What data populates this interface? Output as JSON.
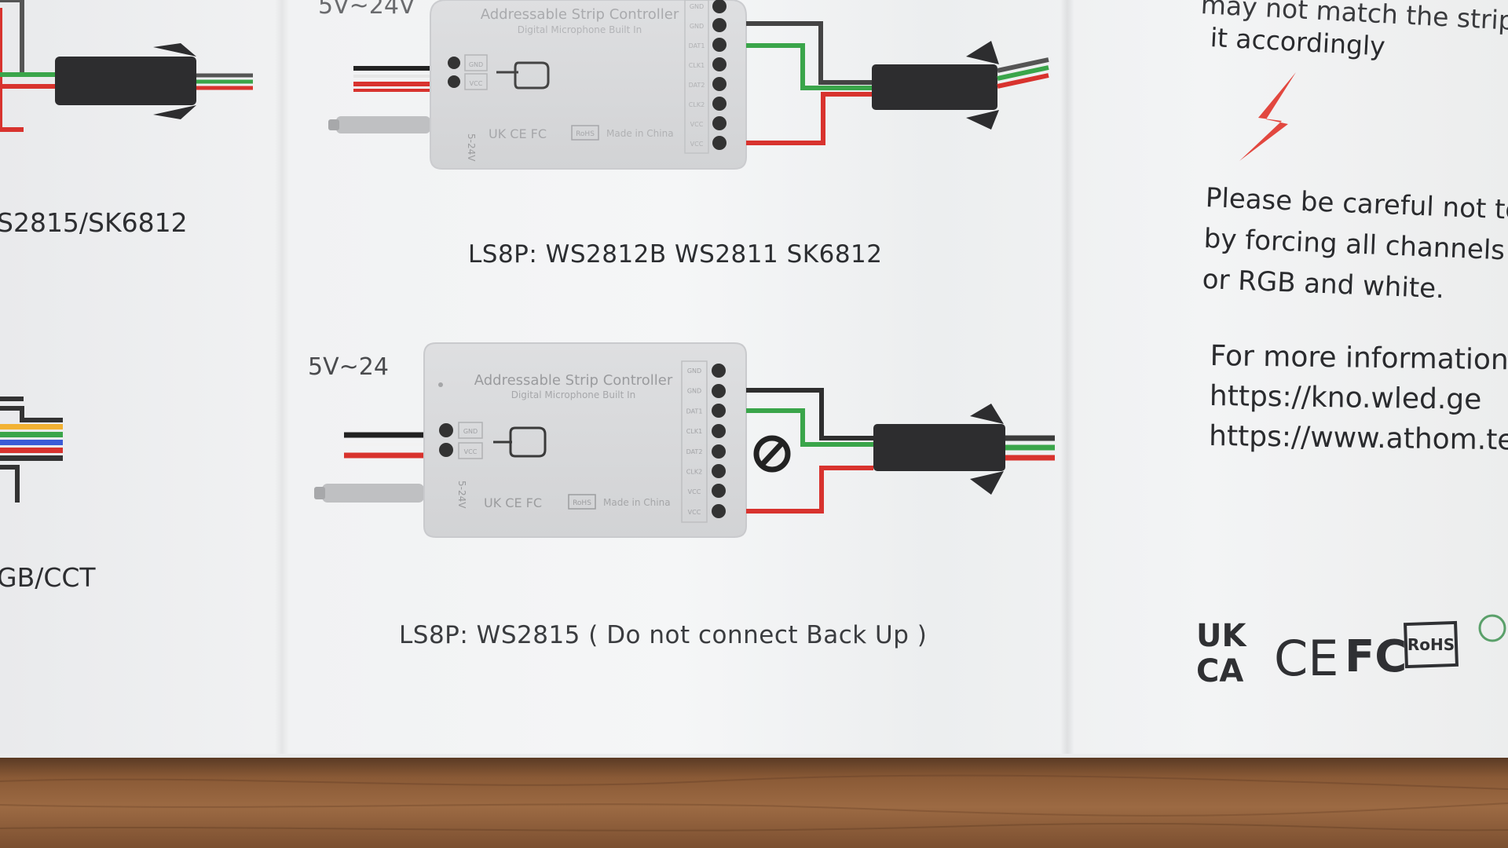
{
  "top_diagram": {
    "voltage": "5V~24V",
    "controller_title": "Addressable Strip Controller",
    "controller_subtitle": "Digital Microphone Built In",
    "power_pins": [
      "GND",
      "VCC"
    ],
    "side_label": "5-24V",
    "made_in": "Made in China",
    "pins": [
      "GND",
      "GND",
      "DAT1",
      "CLK1",
      "DAT2",
      "CLK2",
      "VCC",
      "VCC"
    ],
    "caption": "LS8P: WS2812B WS2811 SK6812"
  },
  "bottom_diagram": {
    "voltage": "5V~24",
    "controller_title": "Addressable Strip Controller",
    "controller_subtitle": "Digital Microphone Built In",
    "power_pins": [
      "GND",
      "VCC"
    ],
    "side_label": "5-24V",
    "made_in": "Made in China",
    "pins": [
      "GND",
      "GND",
      "DAT1",
      "CLK1",
      "DAT2",
      "CLK2",
      "VCC",
      "VCC"
    ],
    "caption": "LS8P: WS2815 ( Do not connect Back Up )"
  },
  "left_panel": {
    "label_top": "S2815/SK6812",
    "label_bottom": "GB/CCT"
  },
  "right_panel": {
    "line_partial_1": "may not match the strip li",
    "line_partial_2": "it accordingly",
    "warning_lines": [
      "Please be careful not to b",
      "by forcing all channels to",
      "or RGB and white."
    ],
    "info_lines": [
      "For more information",
      "https://kno.wled.ge",
      "https://www.athom.tec"
    ],
    "cert_marks": [
      "UK CA",
      "CE",
      "FC",
      "RoHS"
    ]
  },
  "colors": {
    "wire_red": "#d8332e",
    "wire_green": "#3aa54a",
    "wire_black": "#2a2a2a",
    "lightning": "#e2473f",
    "controller_body": "#d9dadc"
  }
}
